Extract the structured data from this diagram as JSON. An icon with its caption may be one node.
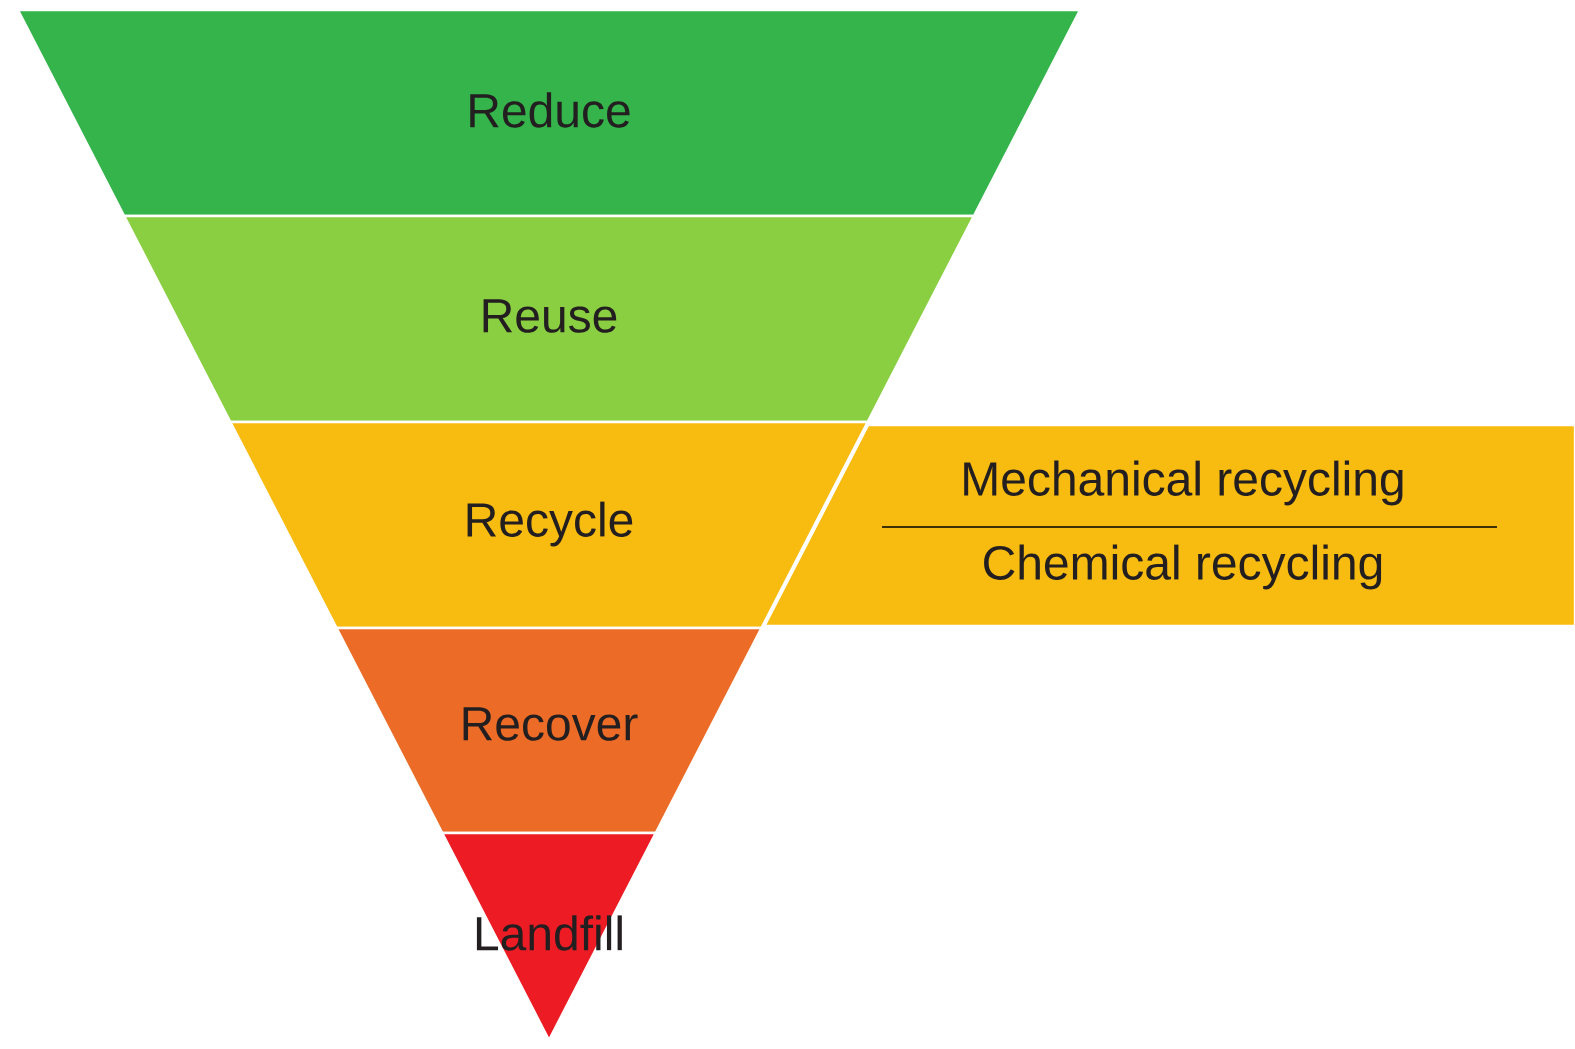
{
  "diagram": {
    "nodes": [
      {
        "text": [
          "Reduce"
        ]
      },
      {
        "text": [
          "Reuse"
        ]
      },
      {
        "text": [
          "Recycle"
        ]
      },
      {
        "text": [
          "Recover"
        ]
      },
      {
        "text": [
          "Landfill"
        ]
      },
      {
        "text": [
          "Mechanical recycling",
          "Chemical recycling"
        ]
      }
    ]
  }
}
